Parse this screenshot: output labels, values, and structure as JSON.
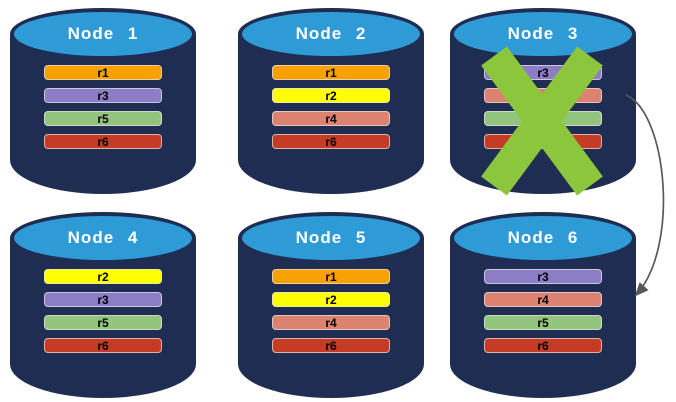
{
  "diagram": {
    "background_color": "#ffffff",
    "cylinder": {
      "body_color": "#1f2d52",
      "top_color": "#2e9ad6",
      "title_color": "#ffffff"
    },
    "failure_x": {
      "color": "#8cc63c",
      "on_node": "Node 3"
    },
    "arrow": {
      "color": "#595959",
      "from": "Node 3",
      "to": "Node 6"
    },
    "replica_colors": {
      "r1": "#f8a102",
      "r2": "#ffff00",
      "r3": "#8c7dc6",
      "r4": "#db8270",
      "r5": "#93c47d",
      "r6": "#c43c26"
    },
    "nodes": [
      {
        "id": "node-1",
        "title": "Node 1",
        "failed": false,
        "bars": [
          {
            "label": "r1",
            "color": "#f8a102"
          },
          {
            "label": "r3",
            "color": "#8c7dc6"
          },
          {
            "label": "r5",
            "color": "#93c47d"
          },
          {
            "label": "r6",
            "color": "#c43c26"
          }
        ]
      },
      {
        "id": "node-2",
        "title": "Node 2",
        "failed": false,
        "bars": [
          {
            "label": "r1",
            "color": "#f8a102"
          },
          {
            "label": "r2",
            "color": "#ffff00"
          },
          {
            "label": "r4",
            "color": "#db8270"
          },
          {
            "label": "r6",
            "color": "#c43c26"
          }
        ]
      },
      {
        "id": "node-3",
        "title": "Node 3",
        "failed": true,
        "bars": [
          {
            "label": "r3",
            "color": "#8c7dc6"
          },
          {
            "label": "",
            "color": "#db8270"
          },
          {
            "label": "",
            "color": "#93c47d"
          },
          {
            "label": "",
            "color": "#c43c26"
          }
        ]
      },
      {
        "id": "node-4",
        "title": "Node 4",
        "failed": false,
        "bars": [
          {
            "label": "r2",
            "color": "#ffff00"
          },
          {
            "label": "r3",
            "color": "#8c7dc6"
          },
          {
            "label": "r5",
            "color": "#93c47d"
          },
          {
            "label": "r6",
            "color": "#c43c26"
          }
        ]
      },
      {
        "id": "node-5",
        "title": "Node 5",
        "failed": false,
        "bars": [
          {
            "label": "r1",
            "color": "#f8a102"
          },
          {
            "label": "r2",
            "color": "#ffff00"
          },
          {
            "label": "r4",
            "color": "#db8270"
          },
          {
            "label": "r6",
            "color": "#c43c26"
          }
        ]
      },
      {
        "id": "node-6",
        "title": "Node 6",
        "failed": false,
        "bars": [
          {
            "label": "r3",
            "color": "#8c7dc6"
          },
          {
            "label": "r4",
            "color": "#db8270"
          },
          {
            "label": "r5",
            "color": "#93c47d"
          },
          {
            "label": "r6",
            "color": "#c43c26"
          }
        ]
      }
    ]
  }
}
